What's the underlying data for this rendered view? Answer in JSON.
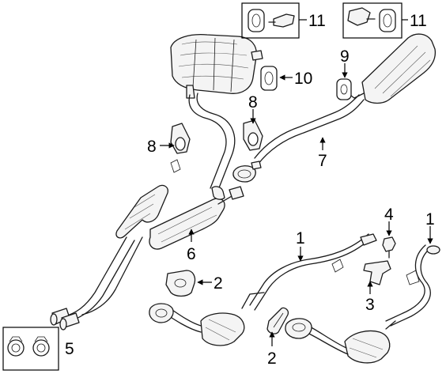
{
  "callouts": [
    {
      "id": "1a",
      "label": "1"
    },
    {
      "id": "1b",
      "label": "1"
    },
    {
      "id": "2a",
      "label": "2"
    },
    {
      "id": "2b",
      "label": "2"
    },
    {
      "id": "3",
      "label": "3"
    },
    {
      "id": "4",
      "label": "4"
    },
    {
      "id": "5",
      "label": "5"
    },
    {
      "id": "6",
      "label": "6"
    },
    {
      "id": "7",
      "label": "7"
    },
    {
      "id": "8a",
      "label": "8"
    },
    {
      "id": "8b",
      "label": "8"
    },
    {
      "id": "9",
      "label": "9"
    },
    {
      "id": "10",
      "label": "10"
    },
    {
      "id": "11a",
      "label": "11"
    },
    {
      "id": "11b",
      "label": "11"
    }
  ]
}
